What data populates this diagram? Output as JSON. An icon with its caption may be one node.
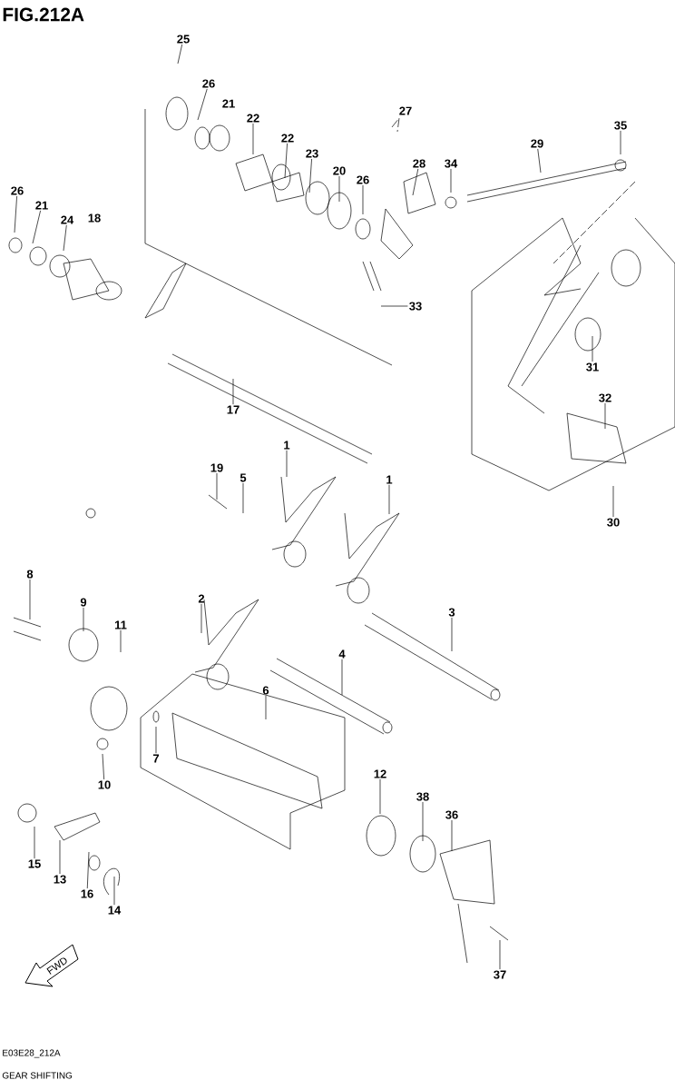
{
  "diagram": {
    "title": "FIG.212A",
    "nodes": [
      {
        "text": [
          "25"
        ]
      },
      {
        "text": [
          "26"
        ]
      },
      {
        "text": [
          "22"
        ]
      },
      {
        "text": [
          "22"
        ]
      },
      {
        "text": [
          "23"
        ]
      },
      {
        "text": [
          "20"
        ]
      },
      {
        "text": [
          "26"
        ]
      },
      {
        "text": [
          "28"
        ]
      },
      {
        "text": [
          "34"
        ]
      },
      {
        "text": [
          "29"
        ]
      },
      {
        "text": [
          "35"
        ]
      },
      {
        "text": [
          "26"
        ]
      },
      {
        "text": [
          "21"
        ]
      },
      {
        "text": [
          "24"
        ]
      },
      {
        "text": [
          "33"
        ]
      },
      {
        "text": [
          "31"
        ]
      },
      {
        "text": [
          "17"
        ]
      },
      {
        "text": [
          "32"
        ]
      },
      {
        "text": [
          "1"
        ]
      },
      {
        "text": [
          "19"
        ]
      },
      {
        "text": [
          "5"
        ]
      },
      {
        "text": [
          "1"
        ]
      },
      {
        "text": [
          "30"
        ]
      },
      {
        "text": [
          "8"
        ]
      },
      {
        "text": [
          "2"
        ]
      },
      {
        "text": [
          "9"
        ]
      },
      {
        "text": [
          "3"
        ]
      },
      {
        "text": [
          "11"
        ]
      },
      {
        "text": [
          "4"
        ]
      },
      {
        "text": [
          "6"
        ]
      },
      {
        "text": [
          "7"
        ]
      },
      {
        "text": [
          "10"
        ]
      },
      {
        "text": [
          "12"
        ]
      },
      {
        "text": [
          "38"
        ]
      },
      {
        "text": [
          "36"
        ]
      },
      {
        "text": [
          "15"
        ]
      },
      {
        "text": [
          "13"
        ]
      },
      {
        "text": [
          "16"
        ]
      },
      {
        "text": [
          "14"
        ]
      },
      {
        "text": [
          "37"
        ]
      }
    ],
    "edges": [
      {
        "from": 0,
        "to": null,
        "arrow": "none"
      },
      {
        "from": 1,
        "to": null,
        "arrow": "none"
      },
      {
        "from": 2,
        "to": null,
        "arrow": "none"
      },
      {
        "from": 3,
        "to": null,
        "arrow": "none"
      },
      {
        "from": 4,
        "to": null,
        "arrow": "none"
      },
      {
        "from": 5,
        "to": null,
        "arrow": "none"
      },
      {
        "from": 6,
        "to": null,
        "arrow": "none"
      },
      {
        "from": 7,
        "to": null,
        "arrow": "none"
      },
      {
        "from": 8,
        "to": null,
        "arrow": "none"
      },
      {
        "from": 9,
        "to": null,
        "arrow": "none"
      },
      {
        "from": 10,
        "to": null,
        "arrow": "none"
      },
      {
        "from": 11,
        "to": null,
        "arrow": "none"
      },
      {
        "from": 12,
        "to": null,
        "arrow": "none"
      },
      {
        "from": 13,
        "to": null,
        "arrow": "none"
      },
      {
        "from": 14,
        "to": null,
        "arrow": "none"
      },
      {
        "from": 15,
        "to": null,
        "arrow": "none"
      },
      {
        "from": 16,
        "to": null,
        "arrow": "none"
      },
      {
        "from": 17,
        "to": null,
        "arrow": "none"
      },
      {
        "from": 18,
        "to": null,
        "arrow": "none"
      },
      {
        "from": 19,
        "to": null,
        "arrow": "none"
      },
      {
        "from": 20,
        "to": null,
        "arrow": "none"
      },
      {
        "from": 21,
        "to": null,
        "arrow": "none"
      },
      {
        "from": 22,
        "to": null,
        "arrow": "none"
      },
      {
        "from": 23,
        "to": null,
        "arrow": "none"
      },
      {
        "from": 24,
        "to": null,
        "arrow": "none"
      },
      {
        "from": 25,
        "to": null,
        "arrow": "none"
      },
      {
        "from": 26,
        "to": null,
        "arrow": "none"
      },
      {
        "from": 27,
        "to": null,
        "arrow": "none"
      },
      {
        "from": 28,
        "to": null,
        "arrow": "none"
      },
      {
        "from": 29,
        "to": null,
        "arrow": "none"
      },
      {
        "from": 30,
        "to": null,
        "arrow": "none"
      },
      {
        "from": 31,
        "to": null,
        "arrow": "none"
      },
      {
        "from": 32,
        "to": null,
        "arrow": "none"
      },
      {
        "from": 33,
        "to": null,
        "arrow": "none"
      },
      {
        "from": 34,
        "to": null,
        "arrow": "none"
      },
      {
        "from": 35,
        "to": null,
        "arrow": "none"
      },
      {
        "from": 36,
        "to": null,
        "arrow": "none"
      },
      {
        "from": 37,
        "to": null,
        "arrow": "none"
      },
      {
        "from": 38,
        "to": null,
        "arrow": "none"
      },
      {
        "from": 39,
        "to": null,
        "arrow": "none"
      }
    ],
    "labels": [
      "21",
      "27",
      "18",
      "FWD",
      "E03E28_212A"
    ],
    "caption": "GEAR SHIFTING"
  }
}
